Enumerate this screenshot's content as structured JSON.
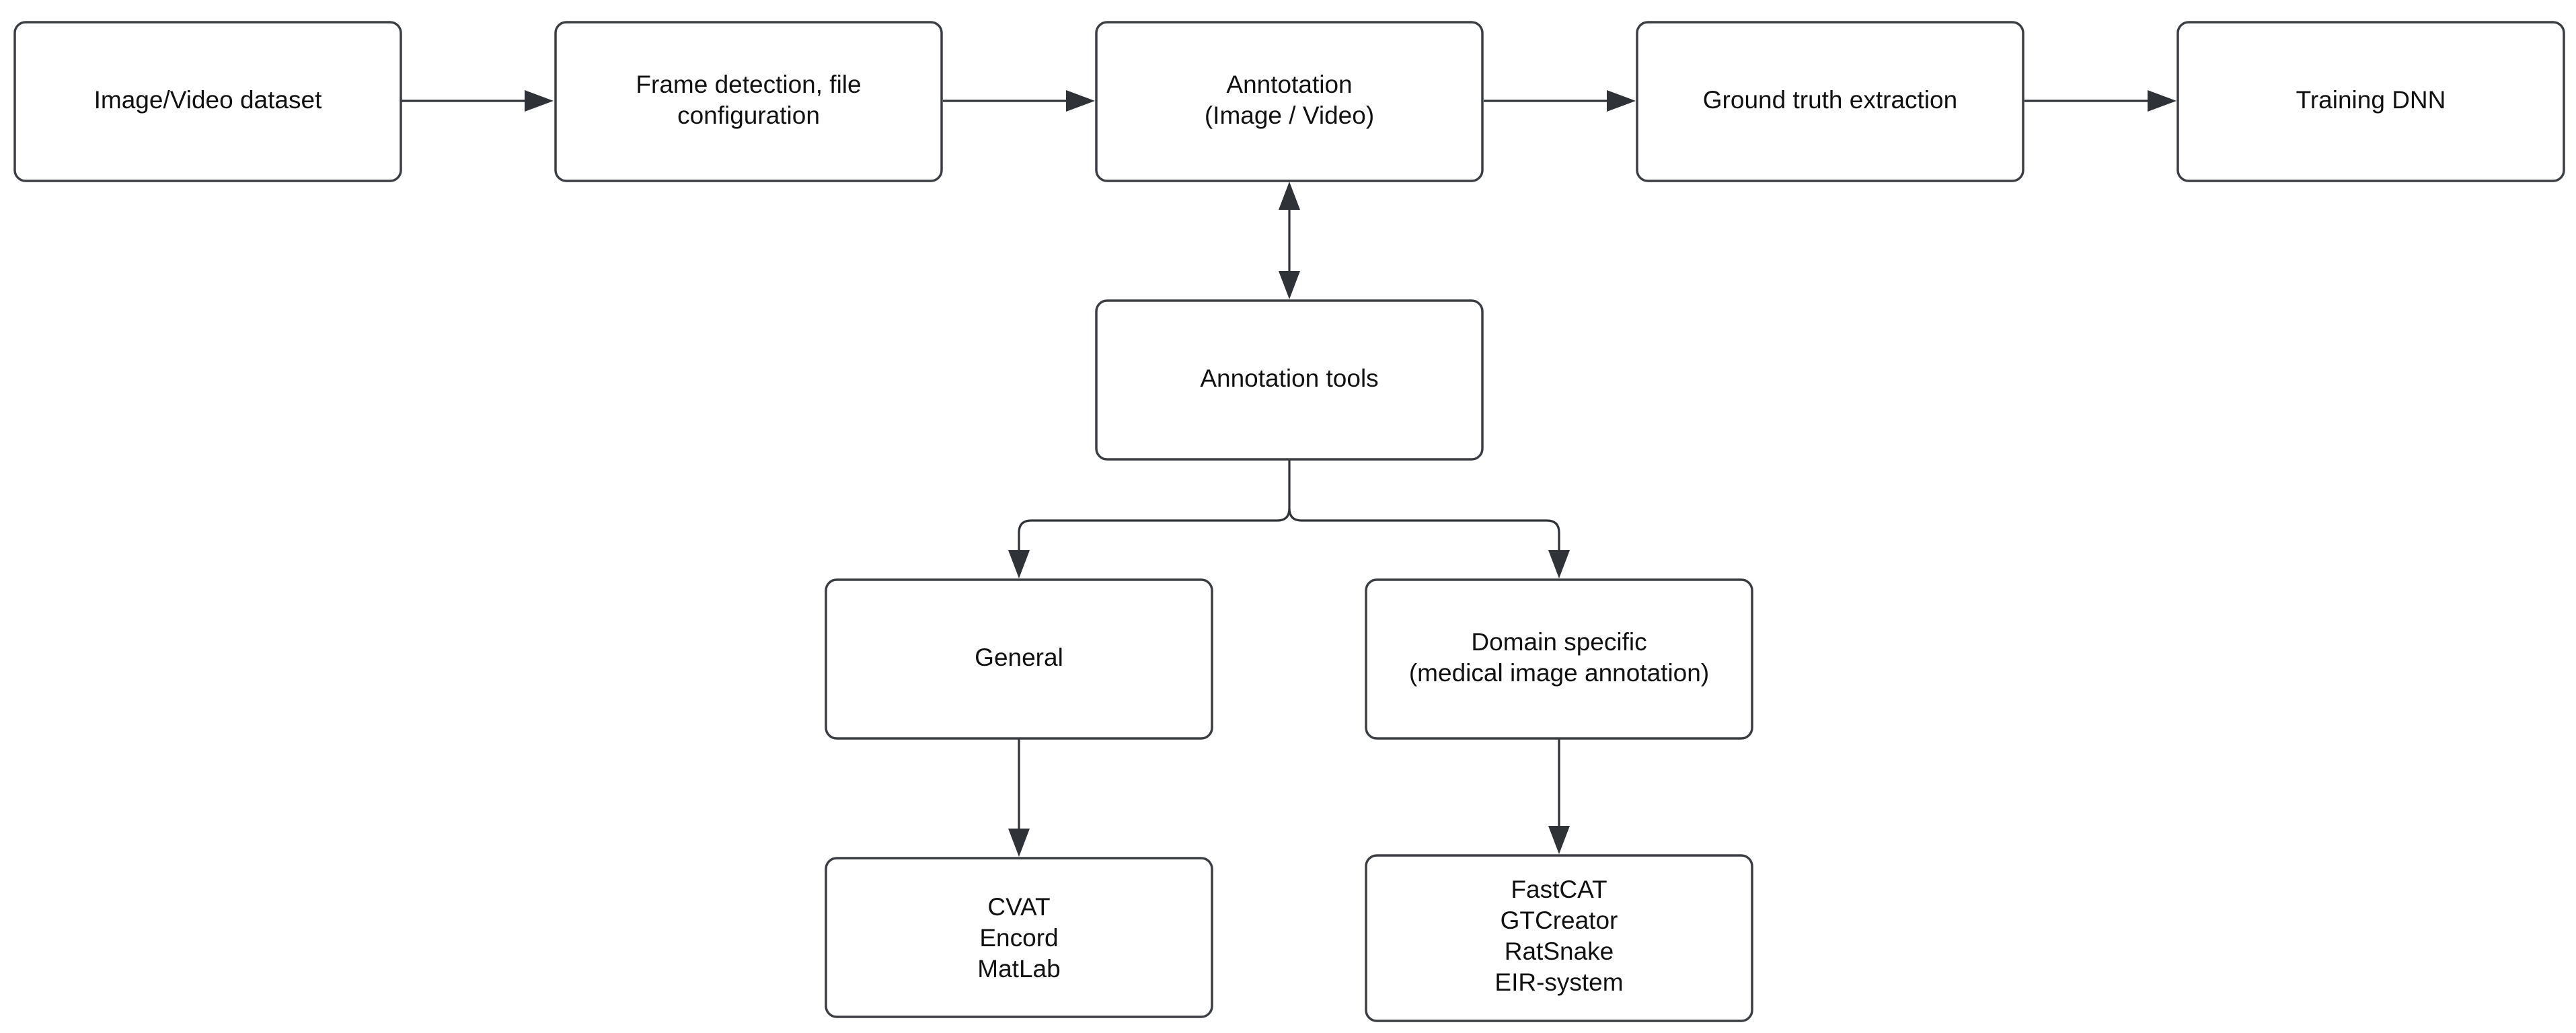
{
  "nodes": {
    "dataset": {
      "lines": [
        "Image/Video dataset"
      ]
    },
    "frame": {
      "lines": [
        "Frame detection, file",
        "configuration"
      ]
    },
    "annotation": {
      "lines": [
        "Anntotation",
        "(Image / Video)"
      ]
    },
    "ground_truth": {
      "lines": [
        "Ground truth extraction"
      ]
    },
    "training": {
      "lines": [
        "Training DNN"
      ]
    },
    "tools": {
      "lines": [
        "Annotation tools"
      ]
    },
    "general": {
      "lines": [
        "General"
      ]
    },
    "domain": {
      "lines": [
        "Domain specific",
        "(medical image annotation)"
      ]
    },
    "general_list": {
      "lines": [
        "CVAT",
        "Encord",
        "MatLab"
      ]
    },
    "domain_list": {
      "lines": [
        "FastCAT",
        "GTCreator",
        "RatSnake",
        "EIR-system"
      ]
    }
  },
  "edges": [
    {
      "from": "dataset",
      "to": "frame",
      "style": "arrow"
    },
    {
      "from": "frame",
      "to": "annotation",
      "style": "arrow"
    },
    {
      "from": "annotation",
      "to": "ground_truth",
      "style": "arrow"
    },
    {
      "from": "ground_truth",
      "to": "training",
      "style": "arrow"
    },
    {
      "from": "annotation",
      "to": "tools",
      "style": "bidirectional"
    },
    {
      "from": "tools",
      "to": "general",
      "style": "arrow"
    },
    {
      "from": "tools",
      "to": "domain",
      "style": "arrow"
    },
    {
      "from": "general",
      "to": "general_list",
      "style": "arrow"
    },
    {
      "from": "domain",
      "to": "domain_list",
      "style": "arrow"
    }
  ],
  "colors": {
    "node_border": "#3a3d42",
    "edge": "#2f3237",
    "text": "#111111",
    "background": "#ffffff"
  }
}
